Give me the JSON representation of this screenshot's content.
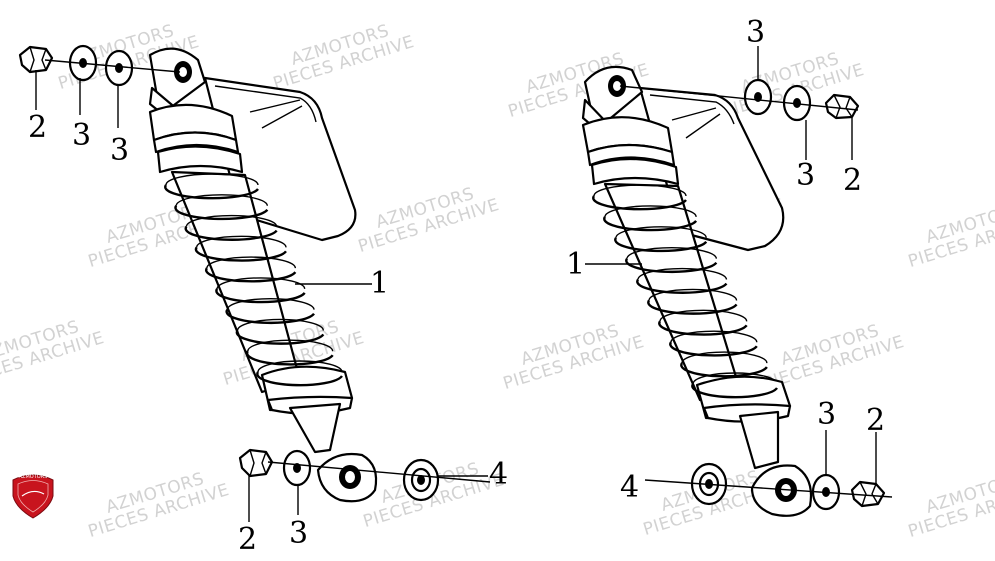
{
  "watermark": {
    "line1": "AZMOTORS",
    "line2": "PIECES ARCHIVE"
  },
  "logo": {
    "text": "AZMOTORS",
    "color": "#c8141e"
  },
  "callouts": {
    "left_damper": "1",
    "left_top_nut": "2",
    "left_top_washer_a": "3",
    "left_top_washer_b": "3",
    "left_bottom_nut": "2",
    "left_bottom_washer": "3",
    "left_bottom_spacer": "4",
    "right_damper": "1",
    "right_top_washer_a": "3",
    "right_top_washer_b": "3",
    "right_top_nut": "2",
    "right_bottom_spacer": "4",
    "right_bottom_washer": "3",
    "right_bottom_nut": "2"
  }
}
